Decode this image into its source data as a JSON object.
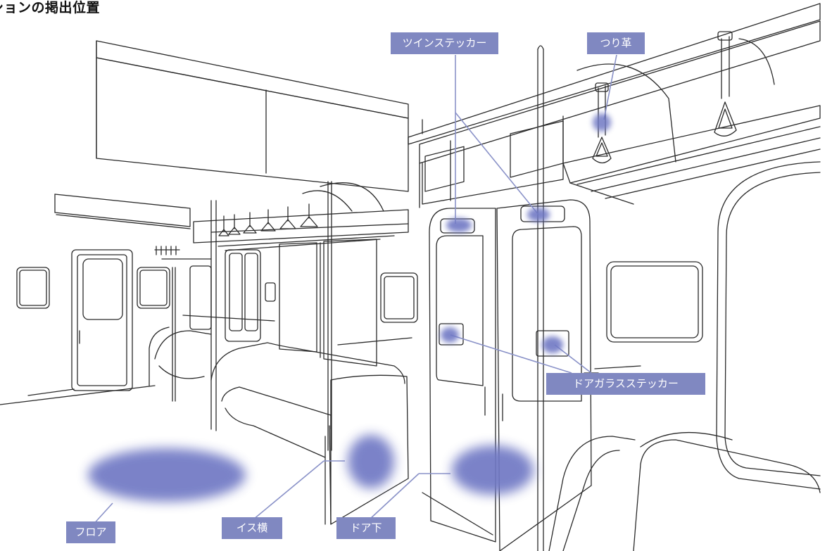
{
  "title": "ションの掲出位置",
  "labels": {
    "twin_sticker": "ツインステッカー",
    "strap": "つり革",
    "door_glass_sticker": "ドアガラスステッカー",
    "floor": "フロア",
    "seat_side": "イス横",
    "door_bottom": "ドア下"
  },
  "colors": {
    "accent": "#8088c1",
    "highlight": "#7079c4",
    "line_art": "#2a2a2a",
    "leader": "#8a92c8"
  }
}
